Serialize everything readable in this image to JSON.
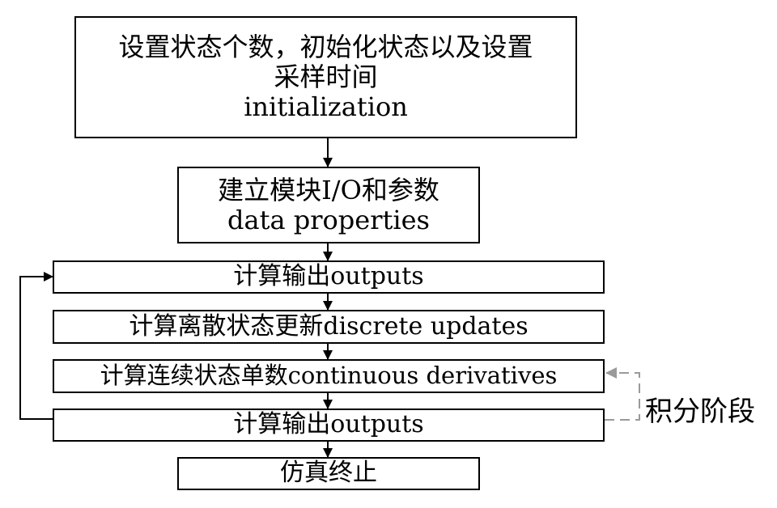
{
  "steps": {
    "init": {
      "line1": "设置状态个数，初始化状态以及设置",
      "line2": "采样时间",
      "line3": "initialization"
    },
    "setup": {
      "line1": "建立模块I/O和参数",
      "line2": "data properties"
    },
    "outputs_first": "计算输出outputs",
    "discrete": "计算离散状态更新discrete updates",
    "continuous": "计算连续状态单数continuous derivatives",
    "outputs_second": "计算输出outputs",
    "terminate": "仿真终止"
  },
  "integration_stage_label": "积分阶段",
  "colors": {
    "line": "#000000",
    "dashed_loop": "#9a9a9a"
  }
}
